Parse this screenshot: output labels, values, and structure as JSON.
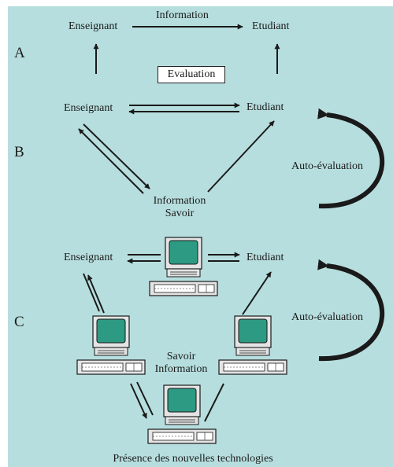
{
  "colors": {
    "background": "#b7dede",
    "ink": "#1a1a1a",
    "screen": "#2d9a83",
    "computer_body": "#e4e4e4"
  },
  "sections": {
    "a": {
      "letter": "A",
      "teacher": "Enseignant",
      "student": "Etudiant",
      "link": "Information",
      "box": "Evaluation"
    },
    "b": {
      "letter": "B",
      "teacher": "Enseignant",
      "student": "Etudiant",
      "node_line1": "Information",
      "node_line2": "Savoir",
      "loop": "Auto-évaluation"
    },
    "c": {
      "letter": "C",
      "teacher": "Enseignant",
      "student": "Etudiant",
      "center_line1": "Savoir",
      "center_line2": "Information",
      "loop": "Auto-évaluation",
      "bottom": "Présence des nouvelles technologies"
    }
  },
  "icons": [
    "computer-icon",
    "computer-icon",
    "computer-icon",
    "computer-icon"
  ]
}
